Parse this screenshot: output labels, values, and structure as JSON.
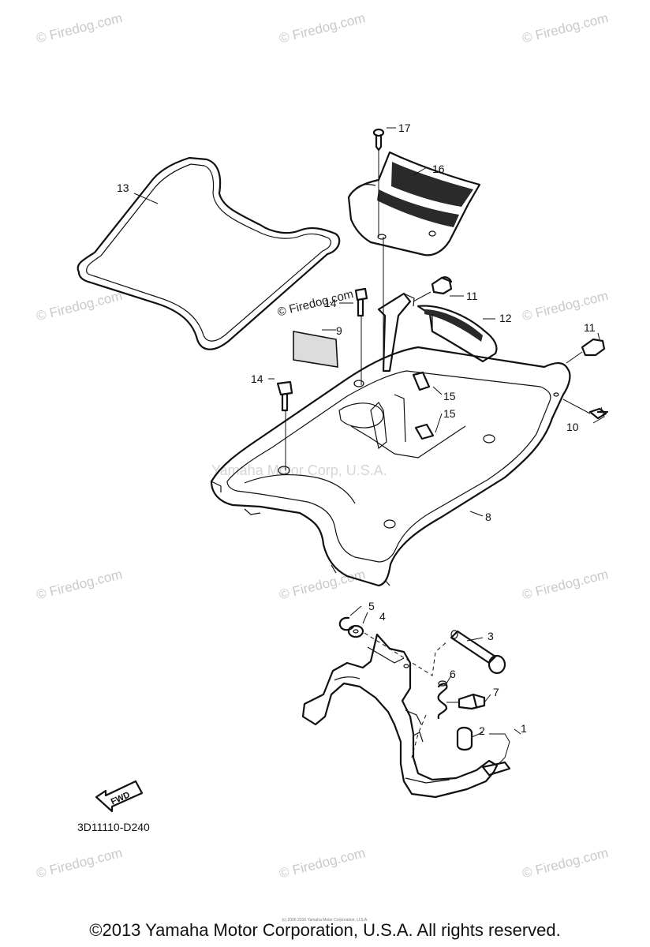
{
  "diagram_code": "3D11110-D240",
  "fwd_label": "FWD",
  "footer": "©2013 Yamaha Motor Corporation, U.S.A. All rights reserved.",
  "small_copyright": "(c) 2006 2016 Yamaha Motor Corporation, U.S.A.",
  "watermarks": {
    "firedog": "© Firedog.com",
    "firedog_inline": "© Firedog.com",
    "yamaha": "Yamaha Motor Corp, U.S.A."
  },
  "callouts": {
    "c1": "1",
    "c2": "2",
    "c3": "3",
    "c4": "4",
    "c5": "5",
    "c6": "6",
    "c7": "7",
    "c8": "8",
    "c9": "9",
    "c10": "10",
    "c11a": "11",
    "c11b": "11",
    "c12": "12",
    "c13": "13",
    "c14a": "14",
    "c14b": "14",
    "c15a": "15",
    "c15b": "15",
    "c16": "16",
    "c17": "17"
  }
}
